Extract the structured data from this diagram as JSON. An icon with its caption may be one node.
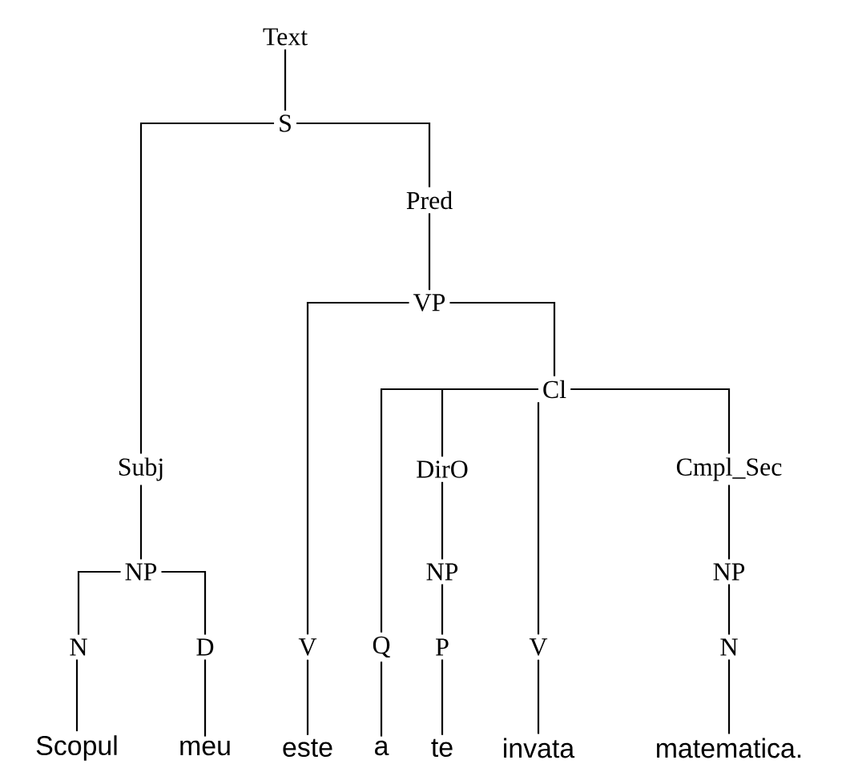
{
  "diagram": {
    "nodes": [
      {
        "text": [
          "Text"
        ]
      },
      {
        "text": [
          "S"
        ]
      },
      {
        "text": [
          "Pred"
        ]
      },
      {
        "text": [
          "VP"
        ]
      },
      {
        "text": [
          "Cl"
        ]
      },
      {
        "text": [
          "Subj"
        ]
      },
      {
        "text": [
          "DirO"
        ]
      },
      {
        "text": [
          "Cmpl_Sec"
        ]
      },
      {
        "text": [
          "NP"
        ]
      },
      {
        "text": [
          "NP"
        ]
      },
      {
        "text": [
          "NP"
        ]
      },
      {
        "text": [
          "N"
        ]
      },
      {
        "text": [
          "D"
        ]
      },
      {
        "text": [
          "V"
        ]
      },
      {
        "text": [
          "Q"
        ]
      },
      {
        "text": [
          "P"
        ]
      },
      {
        "text": [
          "V"
        ]
      },
      {
        "text": [
          "N"
        ]
      },
      {
        "text": [
          "Scopul"
        ]
      },
      {
        "text": [
          "meu"
        ]
      },
      {
        "text": [
          "este"
        ]
      },
      {
        "text": [
          "a"
        ]
      },
      {
        "text": [
          "te"
        ]
      },
      {
        "text": [
          "invata"
        ]
      },
      {
        "text": [
          "matematica."
        ]
      }
    ],
    "edges": [
      {
        "from": 0,
        "to": 1,
        "arrow": "none"
      },
      {
        "from": 1,
        "to": 5,
        "arrow": "none"
      },
      {
        "from": 1,
        "to": 2,
        "arrow": "none"
      },
      {
        "from": 2,
        "to": 3,
        "arrow": "none"
      },
      {
        "from": 3,
        "to": 13,
        "arrow": "none"
      },
      {
        "from": 3,
        "to": 4,
        "arrow": "none"
      },
      {
        "from": 4,
        "to": 14,
        "arrow": "none"
      },
      {
        "from": 4,
        "to": 6,
        "arrow": "none"
      },
      {
        "from": 4,
        "to": 16,
        "arrow": "none"
      },
      {
        "from": 4,
        "to": 7,
        "arrow": "none"
      },
      {
        "from": 5,
        "to": 8,
        "arrow": "none"
      },
      {
        "from": 8,
        "to": 11,
        "arrow": "none"
      },
      {
        "from": 8,
        "to": 12,
        "arrow": "none"
      },
      {
        "from": 6,
        "to": 9,
        "arrow": "none"
      },
      {
        "from": 9,
        "to": 15,
        "arrow": "none"
      },
      {
        "from": 7,
        "to": 10,
        "arrow": "none"
      },
      {
        "from": 10,
        "to": 17,
        "arrow": "none"
      },
      {
        "from": 11,
        "to": 18,
        "arrow": "none"
      },
      {
        "from": 12,
        "to": 19,
        "arrow": "none"
      },
      {
        "from": 13,
        "to": 20,
        "arrow": "none"
      },
      {
        "from": 14,
        "to": 21,
        "arrow": "none"
      },
      {
        "from": 15,
        "to": 22,
        "arrow": "none"
      },
      {
        "from": 16,
        "to": 23,
        "arrow": "none"
      },
      {
        "from": 17,
        "to": 24,
        "arrow": "none"
      }
    ]
  }
}
